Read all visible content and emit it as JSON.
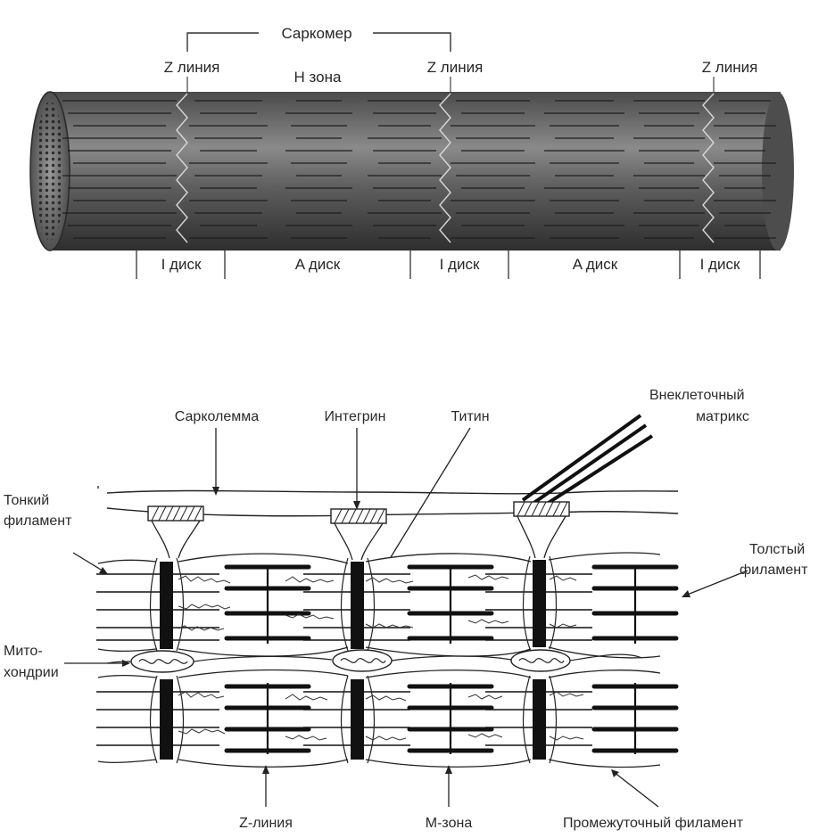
{
  "top_diagram": {
    "sarcomere_label": "Саркомер",
    "z_line_label": "Z линия",
    "h_zone_label": "H зона",
    "bands": [
      {
        "label": "I диск"
      },
      {
        "label": "A диск"
      },
      {
        "label": "I диск"
      },
      {
        "label": "A диск"
      },
      {
        "label": "I диск"
      }
    ]
  },
  "bottom_diagram": {
    "sarcolemma": "Сарколемма",
    "integrin": "Интегрин",
    "titin": "Титин",
    "extracellular_matrix_line1": "Внеклеточный",
    "extracellular_matrix_line2": "матрикс",
    "thin_filament_line1": "Тонкий",
    "thin_filament_line2": "филамент",
    "thick_filament_line1": "Толстый",
    "thick_filament_line2": "филамент",
    "mitochondria_line1": "Мито-",
    "mitochondria_line2": "хондрии",
    "z_line": "Z-линия",
    "m_zone": "M-зона",
    "intermediate_filament": "Промежуточный филамент"
  },
  "colors": {
    "fiber_dark": "#3a3a3a",
    "fiber_mid": "#6e6e6e",
    "ink": "#1a1a1a"
  }
}
